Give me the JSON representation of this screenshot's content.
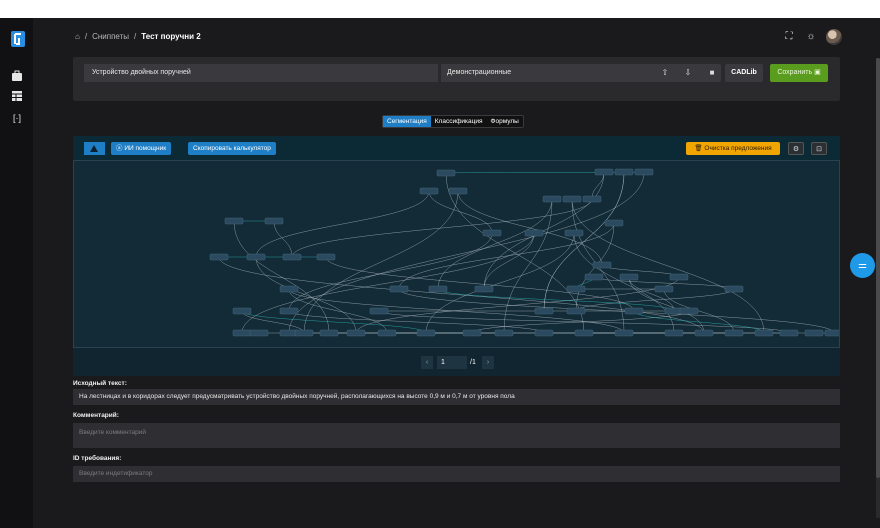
{
  "breadcrumb": {
    "home_icon": "home-icon",
    "sep": "/",
    "section": "Сниппеты",
    "current": "Тест поручни 2"
  },
  "rail": {
    "icons": [
      "logo-icon",
      "briefcase-icon",
      "table-icon",
      "code-braces-icon"
    ]
  },
  "header_icons": [
    "focus-icon",
    "sun-icon",
    "user-avatar"
  ],
  "form": {
    "name_value": "Устройство двойных поручней",
    "category_value": "Демонстрационные",
    "buttons": {
      "upload": "⇧",
      "download": "⇩",
      "stop": "■",
      "cadlib": "CADLib",
      "save": "Сохранить"
    }
  },
  "tabs": [
    {
      "label": "Сегментация",
      "active": true
    },
    {
      "label": "Классификация",
      "active": false
    },
    {
      "label": "Формулы",
      "active": false
    }
  ],
  "graph_toolbar": {
    "ai_helper": "ИИ помощник",
    "copy_calc": "Скопировать калькулятор",
    "clear_suggestions": "Очистка предложения"
  },
  "pager": {
    "page": "1",
    "total": "/1"
  },
  "source": {
    "label": "Исходный текст:",
    "text": "На лестницах и в коридорах следует предусматривать устройство двойных поручней, располагающихся на высоте 0,9 м и 0,7 м от уровня пола"
  },
  "comment": {
    "label": "Комментарий:",
    "placeholder": "Введите комментарий"
  },
  "requirement": {
    "label": "ID требования:",
    "placeholder": "Введите индетификатор"
  },
  "colors": {
    "accent": "#1f7fc6",
    "save": "#5a9c1e",
    "warning": "#f0a500"
  }
}
